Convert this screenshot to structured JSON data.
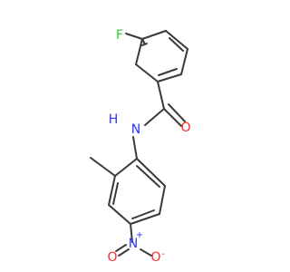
{
  "molecule": {
    "atoms": {
      "F": {
        "symbol": "F",
        "color": "#33cc33"
      },
      "O_amide": {
        "symbol": "O",
        "color": "#ff2a2a"
      },
      "N_amide": {
        "symbol": "N",
        "color": "#2d35ff"
      },
      "H_amide": {
        "symbol": "H",
        "color": "#2d35ff"
      },
      "N_nitro": {
        "symbol": "N",
        "color": "#2d35ff"
      },
      "N_nitro_charge": {
        "symbol": "+",
        "color": "#2d35ff"
      },
      "O_nitro_left": {
        "symbol": "O",
        "color": "#ff2a2a"
      },
      "O_nitro_right": {
        "symbol": "O",
        "color": "#ff2a2a"
      },
      "O_nitro_charge": {
        "symbol": "-",
        "color": "#ff2a2a"
      }
    },
    "bond_color": "#3a3a3a"
  }
}
